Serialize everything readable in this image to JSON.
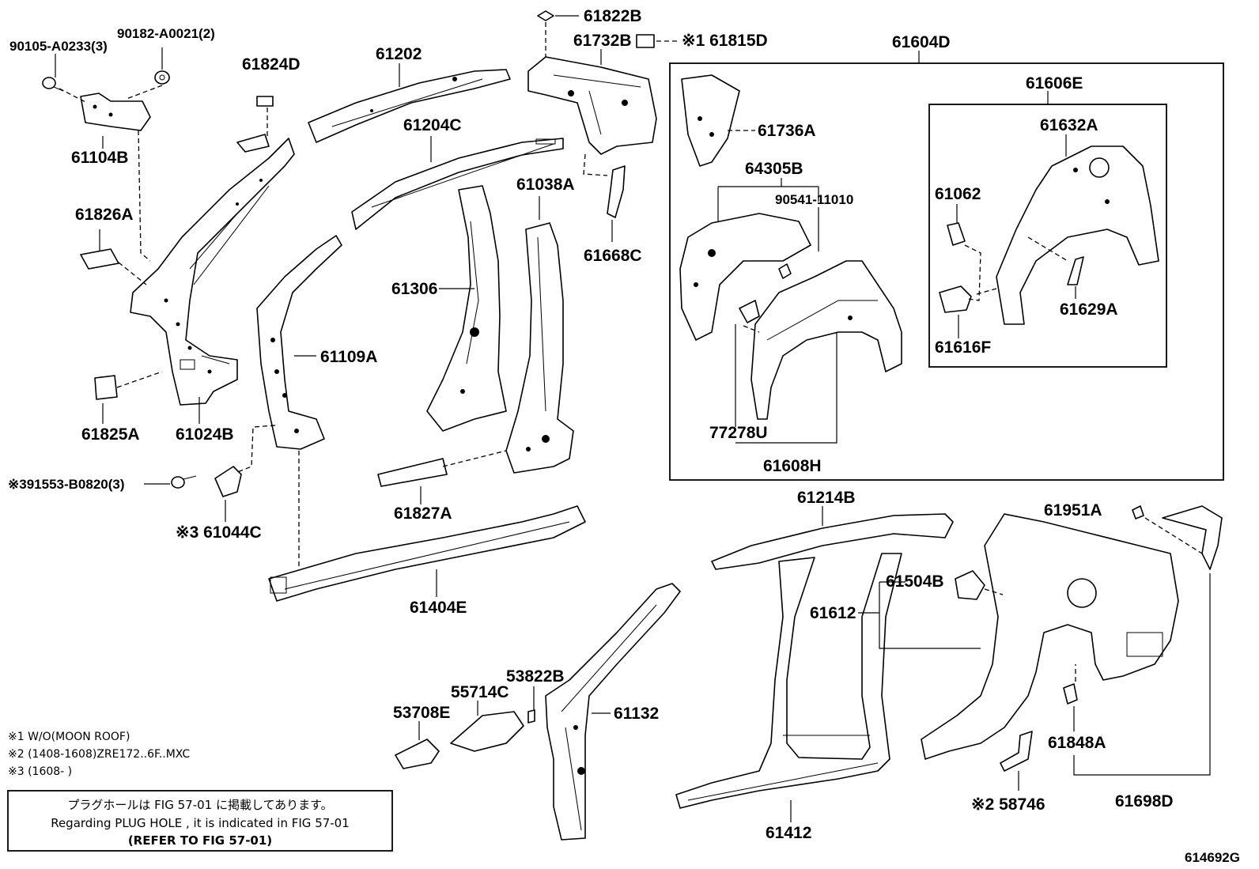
{
  "parts": {
    "p90105": "90105-A0233(3)",
    "p90182": "90182-A0021(2)",
    "p61104B": "61104B",
    "p61824D": "61824D",
    "p61826A": "61826A",
    "p61825A": "61825A",
    "p61024B": "61024B",
    "p91553": "※391553-B0820(3)",
    "p61044C": "※3 61044C",
    "p61202": "61202",
    "p61204C": "61204C",
    "p61306": "61306",
    "p61038A": "61038A",
    "p61109A": "61109A",
    "p61827A": "61827A",
    "p61404E": "61404E",
    "p61822B": "61822B",
    "p61732B": "61732B",
    "p61815D": "※1 61815D",
    "p61668C": "61668C",
    "p61604D": "61604D",
    "p61736A": "61736A",
    "p64305B": "64305B",
    "p90541": "90541-11010",
    "p77278U": "77278U",
    "p61608H": "61608H",
    "p61606E": "61606E",
    "p61632A": "61632A",
    "p61062": "61062",
    "p61629A": "61629A",
    "p61616F": "61616F",
    "p61214B": "61214B",
    "p61951A": "61951A",
    "p61504B": "61504B",
    "p61612": "61612",
    "p53822B": "53822B",
    "p55714C": "55714C",
    "p53708E": "53708E",
    "p61132": "61132",
    "p61412": "61412",
    "p58746": "※2 58746",
    "p61848A": "61848A",
    "p61698D": "61698D"
  },
  "notes": {
    "n1": "※1 W/O(MOON ROOF)",
    "n2": "※2 (1408-1608)ZRE172..6F..MXC",
    "n3": "※3 (1608-      )"
  },
  "reference_box": {
    "line_jp": "プラグホールは FIG 57-01 に掲載してあります。",
    "line_en": "Regarding  PLUG  HOLE , it is indicated in  FIG  57-01",
    "line_refer": "(REFER TO FIG 57-01)"
  },
  "figure_code": "614692G"
}
